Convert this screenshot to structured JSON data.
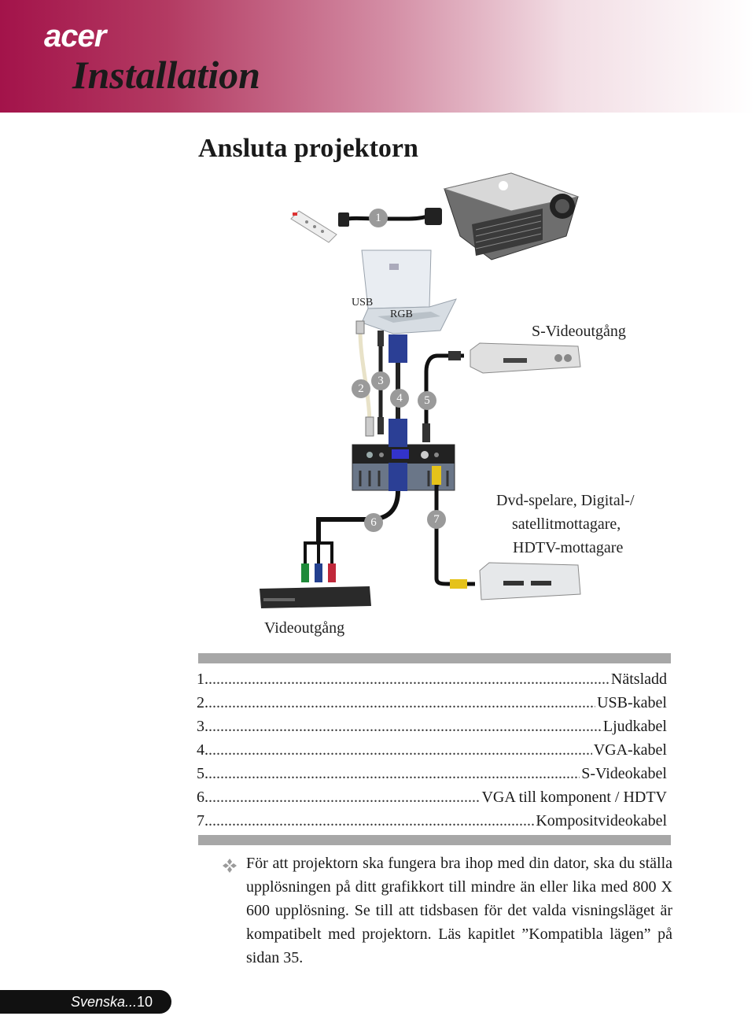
{
  "header": {
    "brand": "acer",
    "section": "Installation"
  },
  "heading": "Ansluta projektorn",
  "diagram": {
    "label_usb": "USB",
    "label_rgb": "RGB",
    "label_svideo_out": "S-Videoutgång",
    "label_dvd": [
      "Dvd-spelare, Digital-/",
      "satellitmottagare,",
      "HDTV-mottagare"
    ],
    "label_video_out": "Videoutgång",
    "badges": [
      "1",
      "2",
      "3",
      "4",
      "5",
      "6",
      "7"
    ]
  },
  "legend": [
    {
      "num": "1.",
      "item": "Nätsladd"
    },
    {
      "num": "2.",
      "item": "USB-kabel"
    },
    {
      "num": "3.",
      "item": "Ljudkabel"
    },
    {
      "num": "4.",
      "item": "VGA-kabel"
    },
    {
      "num": "5.",
      "item": "S-Videokabel"
    },
    {
      "num": "6.",
      "item": "VGA till komponent / HDTV"
    },
    {
      "num": "7.",
      "item": "Kompositvideokabel"
    }
  ],
  "note": "För att projektorn ska fungera bra ihop med din dator, ska du ställa upplösningen på ditt grafikkort till mindre än eller lika med 800 X 600 upplösning. Se till att tidsbasen för det valda visningsläget är kompatibelt med projektorn. Läs kapitlet ”Kompatibla lägen” på sidan 35.",
  "footer": {
    "language": "Svenska...",
    "page": "10"
  },
  "colors": {
    "header_start": "#a3134a",
    "cable_green": "#1f8a3a",
    "cable_blue": "#23408f",
    "cable_red": "#c0283a",
    "cable_yellow": "#e5c21a"
  }
}
